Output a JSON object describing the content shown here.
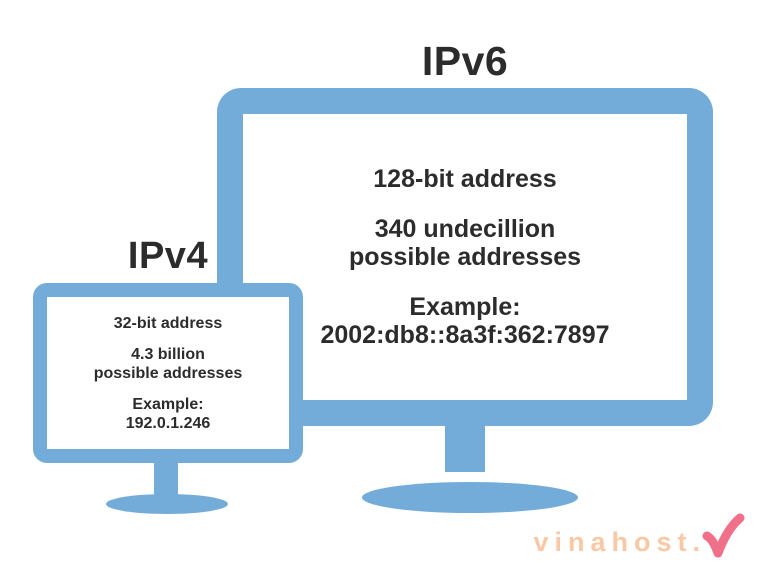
{
  "colors": {
    "monitor_blue": "#73acd8",
    "text_dark": "#2d2c2c",
    "watermark_text": "#f9c8a4",
    "watermark_logo": "#f17089"
  },
  "ipv6": {
    "title": "IPv6",
    "line1": "128-bit address",
    "line2a": "340 undecillion",
    "line2b": "possible addresses",
    "example_label": "Example:",
    "example_value": "2002:db8::8a3f:362:7897"
  },
  "ipv4": {
    "title": "IPv4",
    "line1": "32-bit address",
    "line2a": "4.3 billion",
    "line2b": "possible addresses",
    "example_label": "Example:",
    "example_value": "192.0.1.246"
  },
  "watermark": {
    "text": "vinahost.",
    "logo": "v-check-logo"
  }
}
